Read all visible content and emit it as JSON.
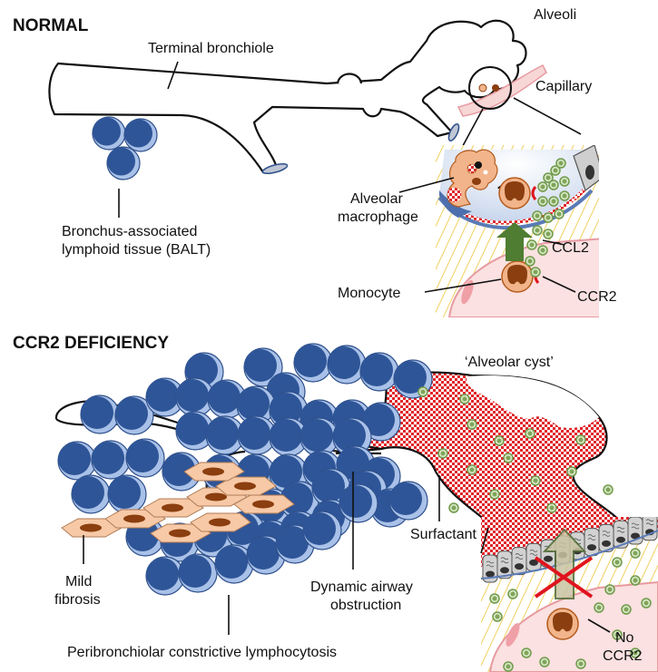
{
  "sections": {
    "normal": {
      "title": "NORMAL",
      "labels": {
        "terminal_bronchiole": "Terminal bronchiole",
        "alveoli": "Alveoli",
        "capillary": "Capillary",
        "balt_line1": "Bronchus-associated",
        "balt_line2": "lymphoid tissue (BALT)",
        "alveolar_macrophage_line1": "Alveolar",
        "alveolar_macrophage_line2": "macrophage",
        "ccl2": "CCL2",
        "monocyte": "Monocyte",
        "ccr2": "CCR2"
      }
    },
    "ccr2_deficiency": {
      "title": "CCR2 DEFICIENCY",
      "labels": {
        "alveolar_cyst": "‘Alveolar cyst’",
        "surfactant": "Surfactant",
        "mild_fibrosis_line1": "Mild",
        "mild_fibrosis_line2": "fibrosis",
        "dynamic_airway_line1": "Dynamic airway",
        "dynamic_airway_line2": "obstruction",
        "peribronchiolar": "Peribronchiolar constrictive lymphocytosis",
        "no_ccr2_line1": "No",
        "no_ccr2_line2": "CCR2"
      }
    }
  },
  "colors": {
    "lymphocyte": "#2e5597",
    "lymphocyte_rim": "#a9c1e8",
    "macrophage": "#f2b48a",
    "nucleus": "#8b3e0f",
    "capillary": "#f7d6d6",
    "capillary_edge": "#e79aa0",
    "chemokine": "#7fa55a",
    "receptor": "#e0141e",
    "arrow": "#4f7d32",
    "blocked_arrow": "#c9c3a2",
    "surfactant_dot": "#e0262a",
    "epithelium": "#c8c8c8",
    "interstitium_hatch": "#f0d060",
    "alveolar_space": "#dbe4f2"
  }
}
